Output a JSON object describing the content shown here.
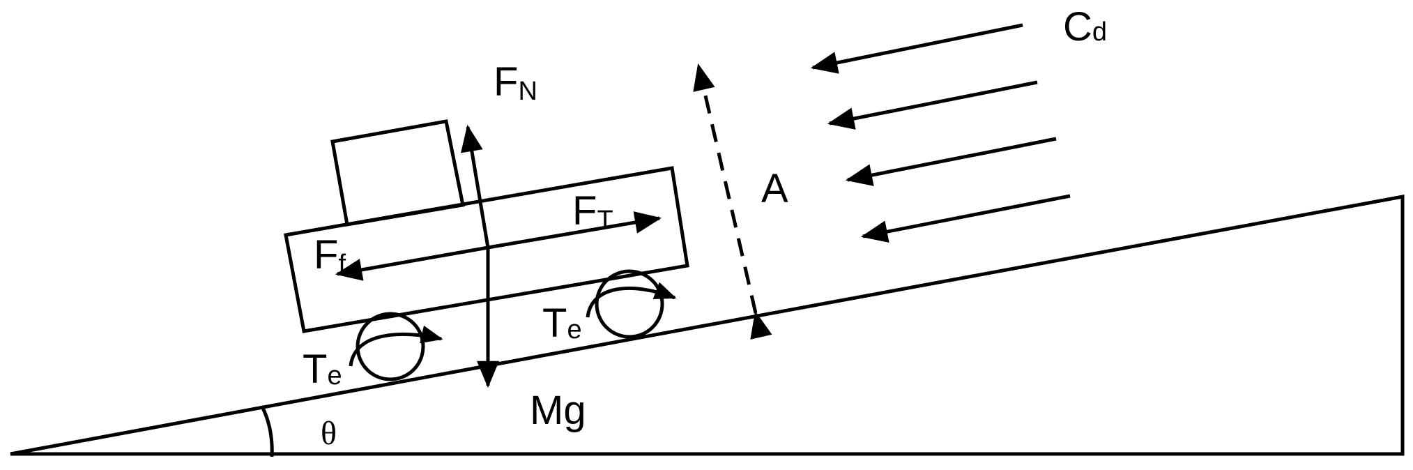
{
  "labels": {
    "normal_force": {
      "main": "F",
      "sub": "N"
    },
    "traction_force": {
      "main": "F",
      "sub": "T"
    },
    "friction_force": {
      "main": "F",
      "sub": "f"
    },
    "torque_rear": {
      "main": "T",
      "sub": "e"
    },
    "torque_front": {
      "main": "T",
      "sub": "e"
    },
    "weight": {
      "main": "Mg"
    },
    "area": {
      "main": "A"
    },
    "drag": {
      "main": "C",
      "sub": "d"
    },
    "angle": {
      "main": "θ"
    }
  }
}
